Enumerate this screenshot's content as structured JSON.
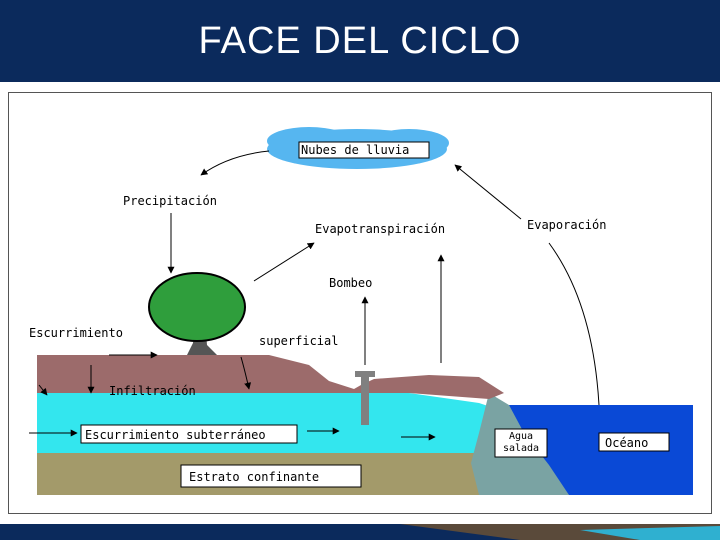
{
  "slide": {
    "title": "FACE DEL CICLO"
  },
  "diagram": {
    "labels": {
      "clouds": "Nubes de lluvia",
      "precipitation": "Precipitación",
      "evapotranspiration": "Evapotranspiración",
      "evaporation": "Evaporación",
      "pumping": "Bombeo",
      "runoff": "Escurrimiento",
      "surface": "superficial",
      "infiltration": "Infiltración",
      "groundwater_flow": "Escurrimiento subterráneo",
      "salt_water": "Agua salada",
      "ocean": "Océano",
      "confining": "Estrato confinante"
    },
    "colors": {
      "title_bar": "#0b2a5c",
      "cloud": "#56b6f0",
      "tree_canopy": "#2f9e3c",
      "soil": "#9c6b6b",
      "aquifer": "#33e6ee",
      "confining": "#a39a6a",
      "ocean": "#0a49d6",
      "salt_water": "#7aa3a3"
    }
  }
}
